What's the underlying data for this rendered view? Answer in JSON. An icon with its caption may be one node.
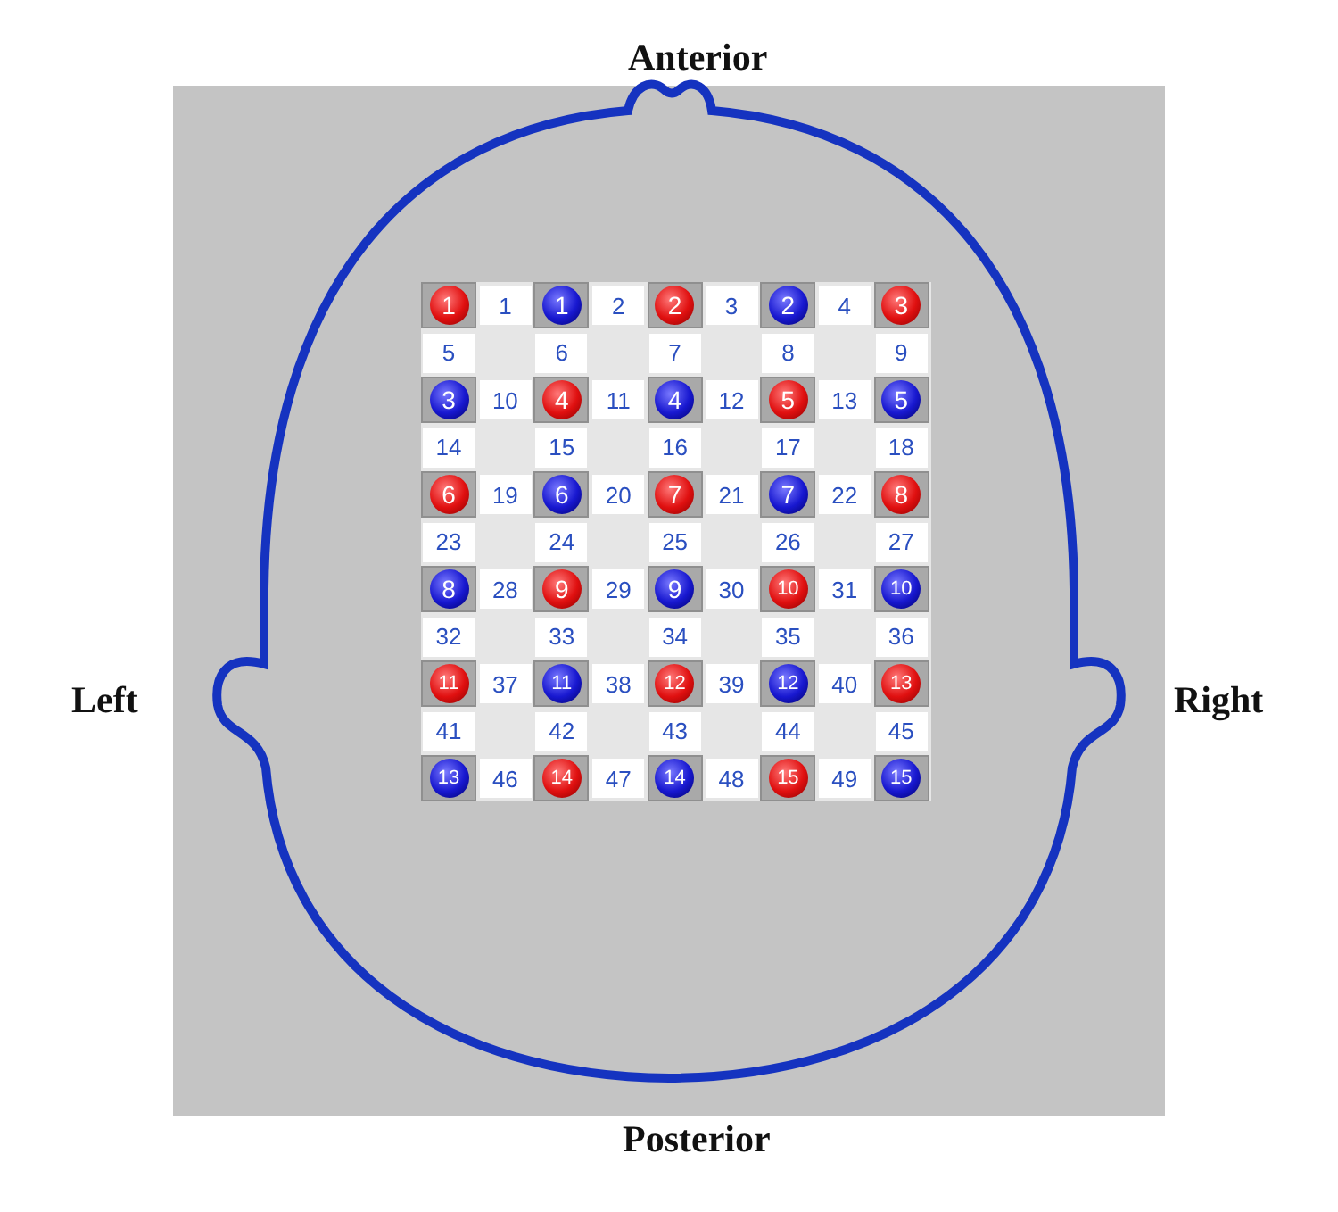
{
  "diagram": {
    "nodes": [
      {
        "text": [
          "1"
        ]
      },
      {
        "text": [
          "1"
        ]
      },
      {
        "text": [
          "2"
        ]
      },
      {
        "text": [
          "2"
        ]
      },
      {
        "text": [
          "3"
        ]
      },
      {
        "text": [
          "3"
        ]
      },
      {
        "text": [
          "4"
        ]
      },
      {
        "text": [
          "4"
        ]
      },
      {
        "text": [
          "5"
        ]
      },
      {
        "text": [
          "5"
        ]
      },
      {
        "text": [
          "6"
        ]
      },
      {
        "text": [
          "6"
        ]
      },
      {
        "text": [
          "7"
        ]
      },
      {
        "text": [
          "7"
        ]
      },
      {
        "text": [
          "8"
        ]
      },
      {
        "text": [
          "8"
        ]
      },
      {
        "text": [
          "9"
        ]
      },
      {
        "text": [
          "9"
        ]
      },
      {
        "text": [
          "10"
        ]
      },
      {
        "text": [
          "10"
        ]
      },
      {
        "text": [
          "11"
        ]
      },
      {
        "text": [
          "11"
        ]
      },
      {
        "text": [
          "12"
        ]
      },
      {
        "text": [
          "12"
        ]
      },
      {
        "text": [
          "13"
        ]
      },
      {
        "text": [
          "13"
        ]
      },
      {
        "text": [
          "14"
        ]
      },
      {
        "text": [
          "14"
        ]
      },
      {
        "text": [
          "15"
        ]
      },
      {
        "text": [
          "15"
        ]
      }
    ],
    "edges": [],
    "labels": [
      "Anterior",
      "1",
      "2",
      "3",
      "4",
      "5",
      "6",
      "7",
      "8",
      "9",
      "10",
      "11",
      "12",
      "13",
      "14",
      "15",
      "16",
      "17",
      "18",
      "19",
      "20",
      "21",
      "22",
      "23",
      "24",
      "25",
      "26",
      "27",
      "28",
      "29",
      "30",
      "31",
      "32",
      "33",
      "34",
      "35",
      "36",
      "37",
      "38",
      "39",
      "40",
      "41",
      "42",
      "43",
      "44",
      "45",
      "46",
      "47",
      "48",
      "49",
      "Left",
      "Right",
      "Posterior"
    ]
  }
}
